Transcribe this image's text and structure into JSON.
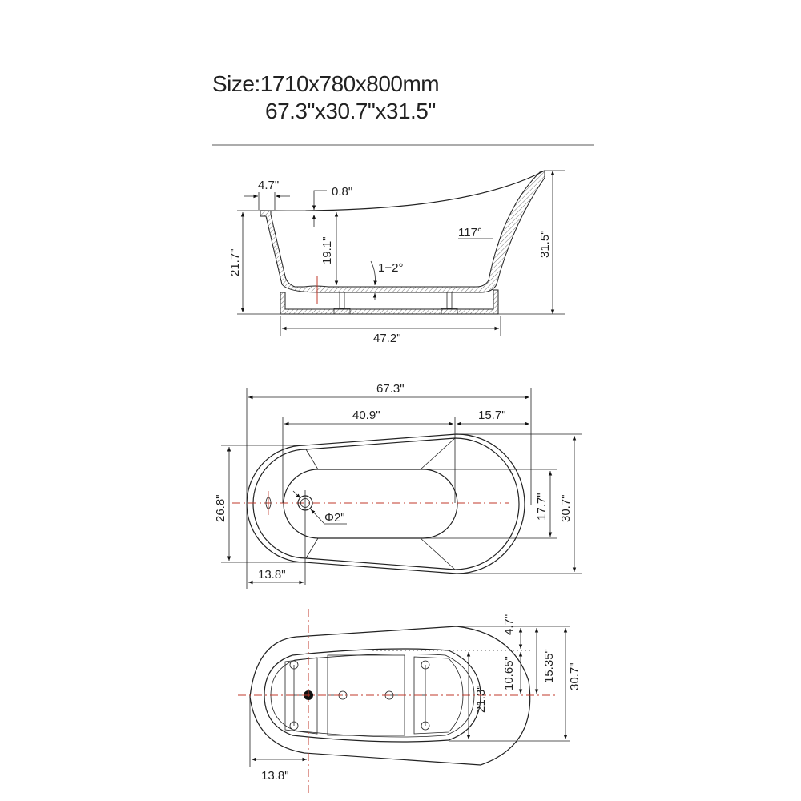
{
  "title": {
    "line1": "Size:1710x780x800mm",
    "line2": "67.3\"x30.7\"x31.5\""
  },
  "side_view": {
    "rim_width": "4.7\"",
    "rim_drop": "0.8\"",
    "height_overall": "21.7\"",
    "inner_depth": "19.1\"",
    "floor_slope": "1−2°",
    "backrest_angle": "117°",
    "backrest_height": "31.5\"",
    "base_length": "47.2\""
  },
  "top_view": {
    "length": "67.3\"",
    "drain_to_back": "40.9\"",
    "back_section": "15.7\"",
    "foot_width": "26.8\"",
    "width": "30.7\"",
    "floor_width": "17.7\"",
    "drain_offset": "13.8\"",
    "drain_diameter": "Φ2\""
  },
  "bottom_view": {
    "top_offset": "4.7\"",
    "half_floor": "10.65\"",
    "half_width": "15.35\"",
    "width": "30.7\"",
    "base_width": "21.3\"",
    "drain_offset": "13.8\""
  }
}
